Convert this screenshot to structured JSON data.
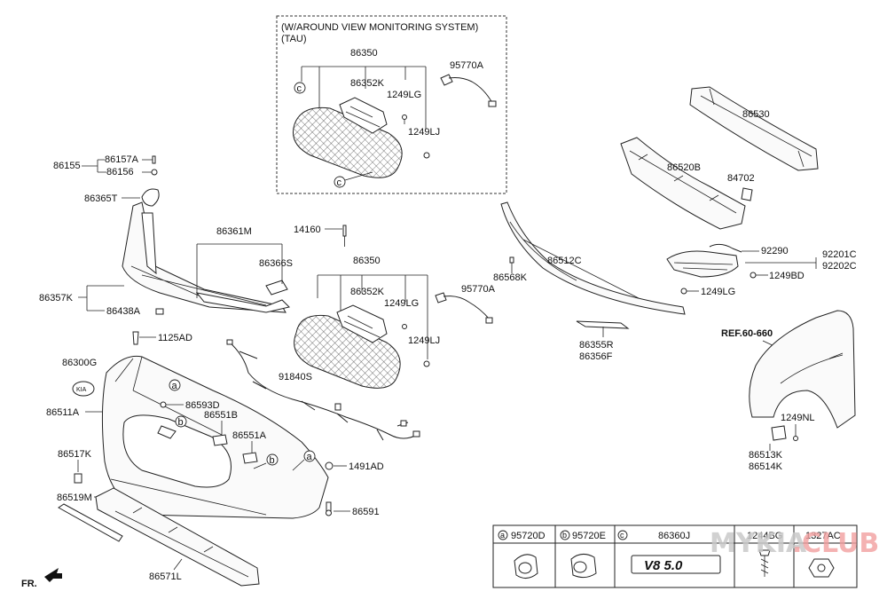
{
  "header": {
    "box_line1": "(W/AROUND VIEW MONITORING SYSTEM)",
    "box_line2": "(TAU)"
  },
  "ref_label": "REF.60-660",
  "fr_label": "FR.",
  "callouts": {
    "a": "a",
    "b": "b",
    "c": "c"
  },
  "labels": {
    "p86350_top": "86350",
    "p86352K_top": "86352K",
    "p1249LG_top": "1249LG",
    "p1249LJ_top": "1249LJ",
    "p95770A_top": "95770A",
    "p86155": "86155",
    "p86157A": "86157A",
    "p86156": "86156",
    "p86365T": "86365T",
    "p86361M": "86361M",
    "p86366S": "86366S",
    "p86357K": "86357K",
    "p86438A": "86438A",
    "p14160": "14160",
    "p86350": "86350",
    "p86352K": "86352K",
    "p1249LG": "1249LG",
    "p1249LJ": "1249LJ",
    "p95770A": "95770A",
    "p86568K": "86568K",
    "p86512C": "86512C",
    "p1249LG_r": "1249LG",
    "p86355R": "86355R",
    "p86356F": "86356F",
    "p86530": "86530",
    "p86520B": "86520B",
    "p84702": "84702",
    "p92290": "92290",
    "p92201C": "92201C",
    "p92202C": "92202C",
    "p1249BD": "1249BD",
    "p1125AD": "1125AD",
    "p86300G": "86300G",
    "p86511A": "86511A",
    "p86593D": "86593D",
    "p86551B": "86551B",
    "p86551A": "86551A",
    "p91840S": "91840S",
    "p86517K": "86517K",
    "p1491AD": "1491AD",
    "p86519M": "86519M",
    "p86591": "86591",
    "p86571L": "86571L",
    "p1249NL": "1249NL",
    "p86513K": "86513K",
    "p86514K": "86514K"
  },
  "table": {
    "headers": [
      {
        "key": "a",
        "text": "95720D"
      },
      {
        "key": "b",
        "text": "95720E"
      },
      {
        "key": "c",
        "text": "86360J"
      },
      {
        "key": "",
        "text": "1244BG"
      },
      {
        "key": "",
        "text": "1327AC"
      }
    ],
    "badge": "V8 5.0"
  },
  "watermark": {
    "left": "MYKIA",
    "dot": ".",
    "right": "CLUB"
  }
}
